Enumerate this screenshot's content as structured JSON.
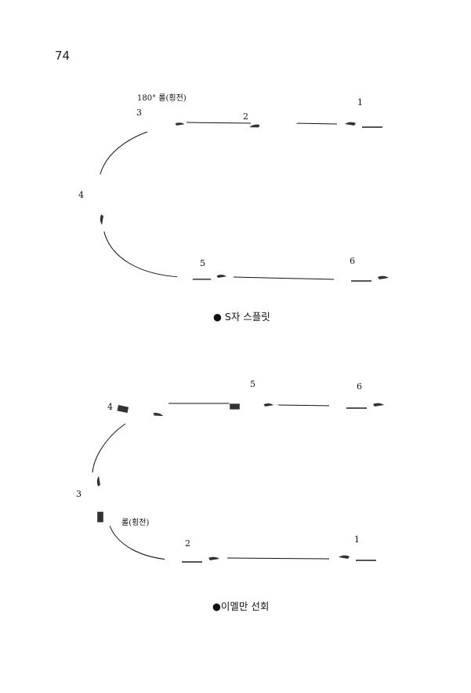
{
  "page_number": "74",
  "figures": [
    {
      "caption": "● S자  스플릿",
      "note": "180° 롤(횡전)",
      "positions": [
        "1",
        "2",
        "3",
        "4",
        "5",
        "6"
      ]
    },
    {
      "caption": "●이멜만 선회",
      "note": "롤(횡전)",
      "positions": [
        "1",
        "2",
        "3",
        "4",
        "5",
        "6"
      ]
    }
  ]
}
